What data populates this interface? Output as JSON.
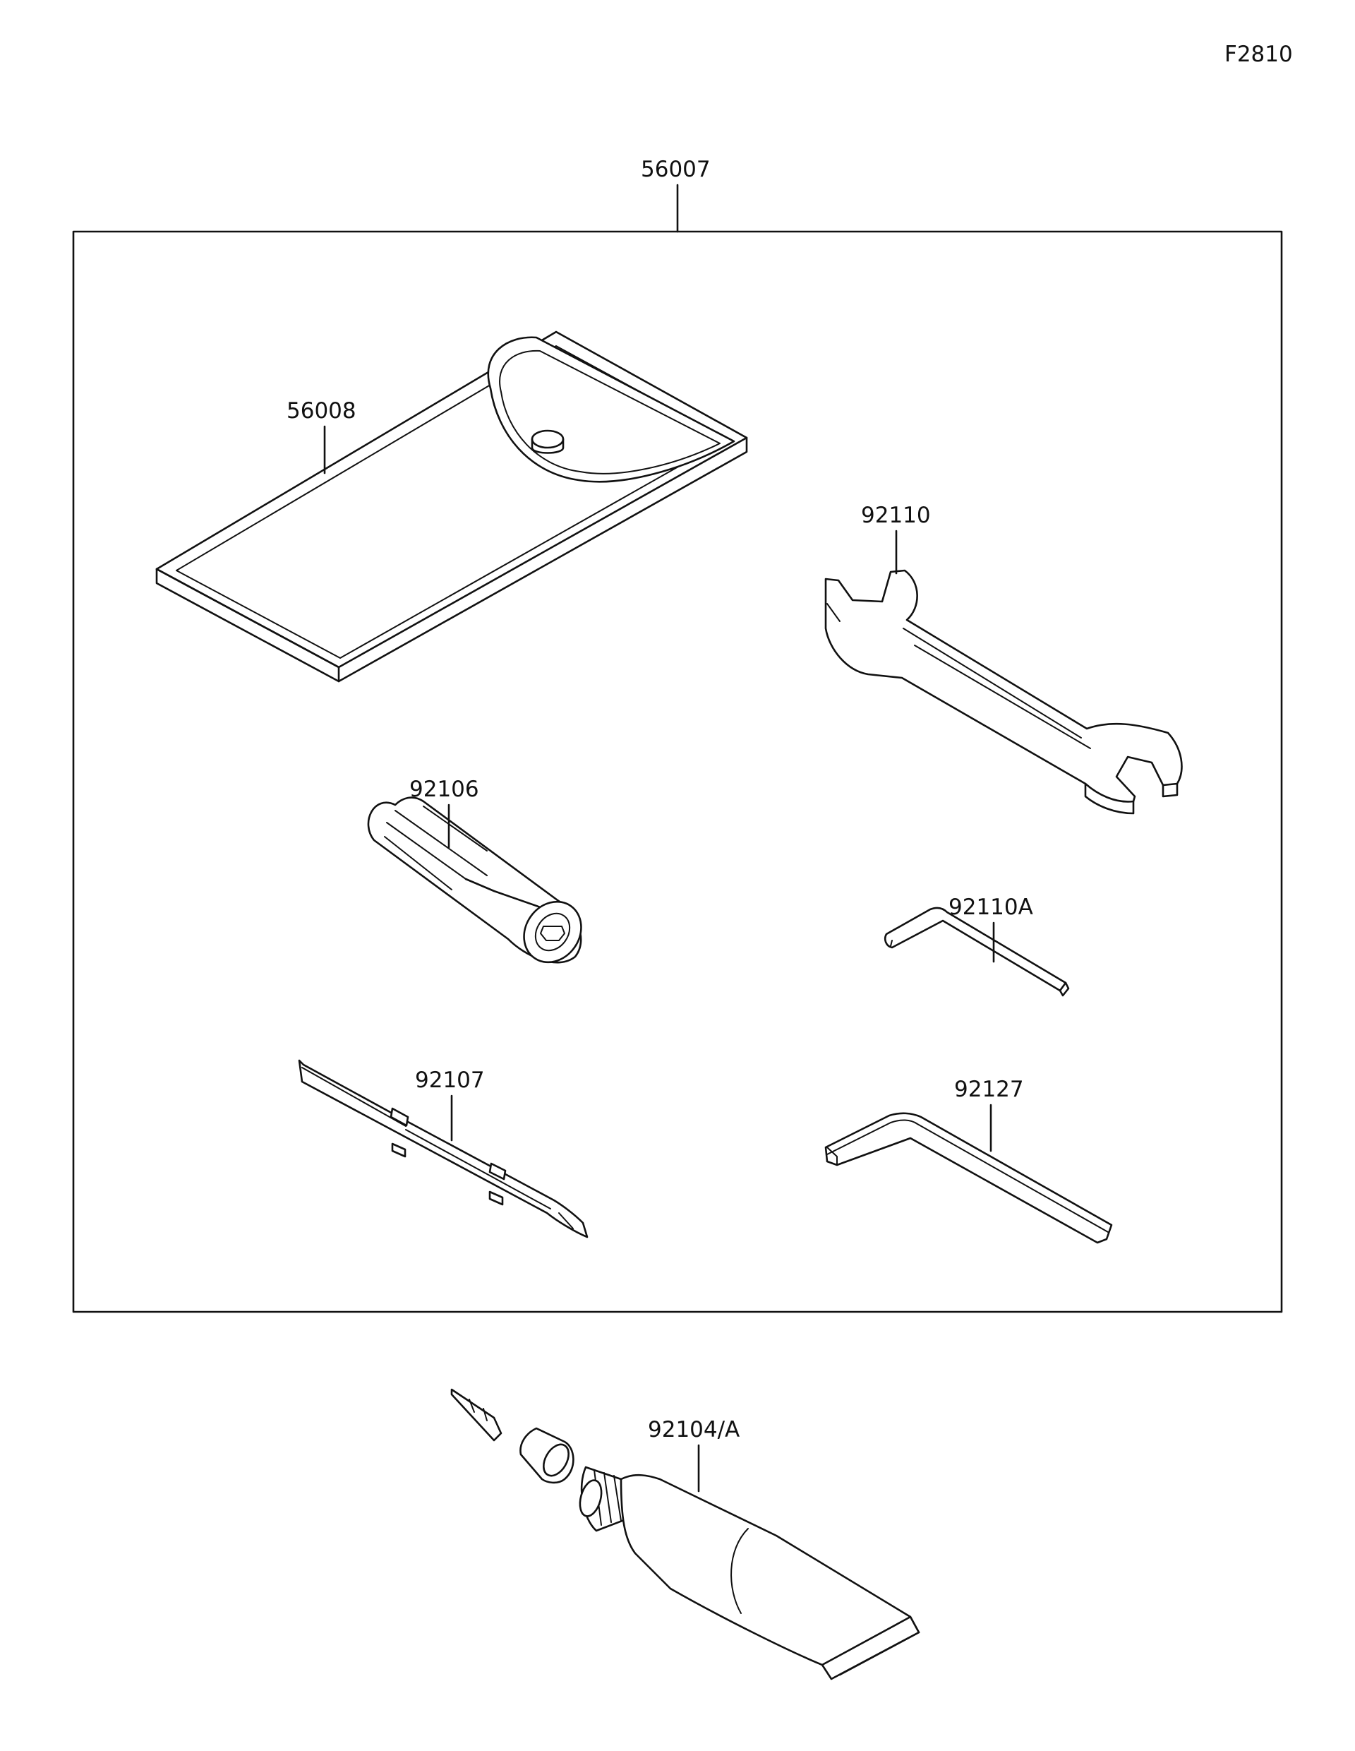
{
  "figure_code": "F2810",
  "kit_label": "56007",
  "parts": {
    "pouch": "56008",
    "open_wrench": "92110",
    "handle": "92106",
    "small_hex_key": "92110A",
    "screwdriver": "92107",
    "large_hex_key": "92127",
    "grease_tube": "92104/A"
  },
  "colors": {
    "line": "#111111",
    "background": "#ffffff"
  }
}
